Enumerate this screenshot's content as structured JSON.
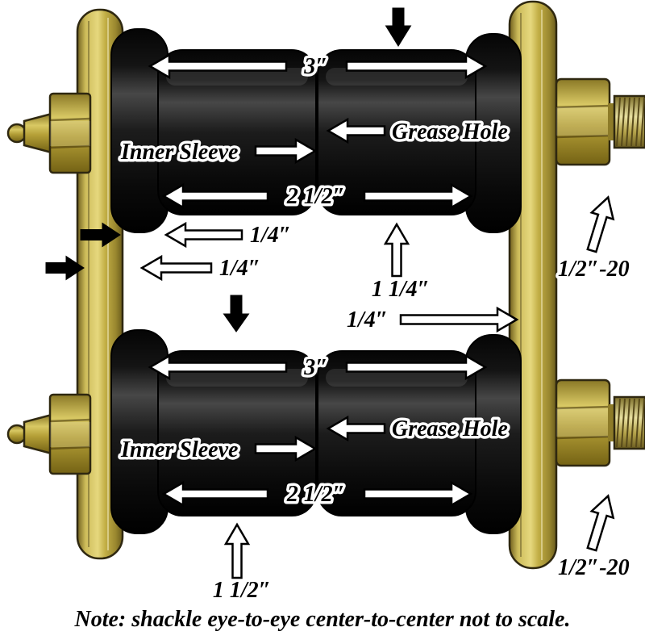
{
  "top_assembly": {
    "outer_width": "3″",
    "grease_hole": "Grease Hole",
    "inner_sleeve": "Inner Sleeve",
    "inner_width": "2 1/2″",
    "flange_thickness": "1/4″",
    "plate_thickness": "1/4″",
    "bushing_length": "1 1/4″",
    "thread_spec": "1/2″-20"
  },
  "middle": {
    "gap": "1/4″"
  },
  "bottom_assembly": {
    "outer_width": "3″",
    "grease_hole": "Grease Hole",
    "inner_sleeve": "Inner Sleeve",
    "inner_width": "2 1/2″",
    "bushing_length": "1 1/2″",
    "thread_spec": "1/2″-20"
  },
  "note": "Note: shackle eye-to-eye center-to-center not to scale.",
  "colors": {
    "plate_gold": "#cdbc5a",
    "fitting_gold": "#d9c964",
    "bushing_black": "#111111",
    "arrow_fill": "#ffffff",
    "text": "#000000",
    "background": "#ffffff"
  }
}
